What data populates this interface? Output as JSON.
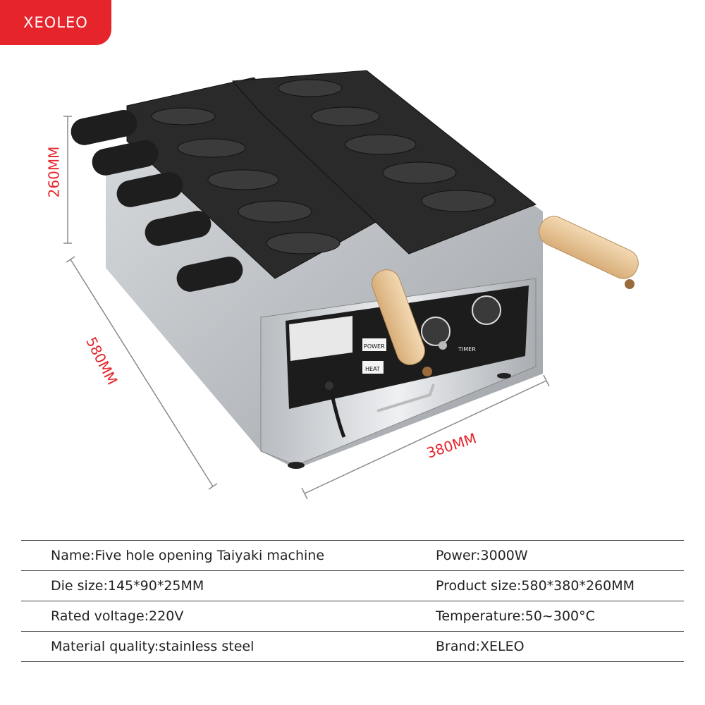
{
  "brand_logo": "XEOLEO",
  "dimensions": {
    "height": "260MM",
    "depth": "580MM",
    "width": "380MM"
  },
  "panel": {
    "power": "POWER",
    "heat": "HEAT",
    "timer": "TIMER"
  },
  "specs": [
    {
      "left": "Name:Five hole opening Taiyaki machine",
      "right": "Power:3000W"
    },
    {
      "left": "Die size:145*90*25MM",
      "right": "Product size:580*380*260MM"
    },
    {
      "left": "Rated voltage:220V",
      "right": "Temperature:50~300°C"
    },
    {
      "left": "Material quality:stainless steel",
      "right": "Brand:XELEO"
    }
  ],
  "colors": {
    "accent": "#e6242b",
    "steel": "#c9ccd0",
    "iron": "#2a2a2a",
    "wood": "#e9c79a"
  }
}
